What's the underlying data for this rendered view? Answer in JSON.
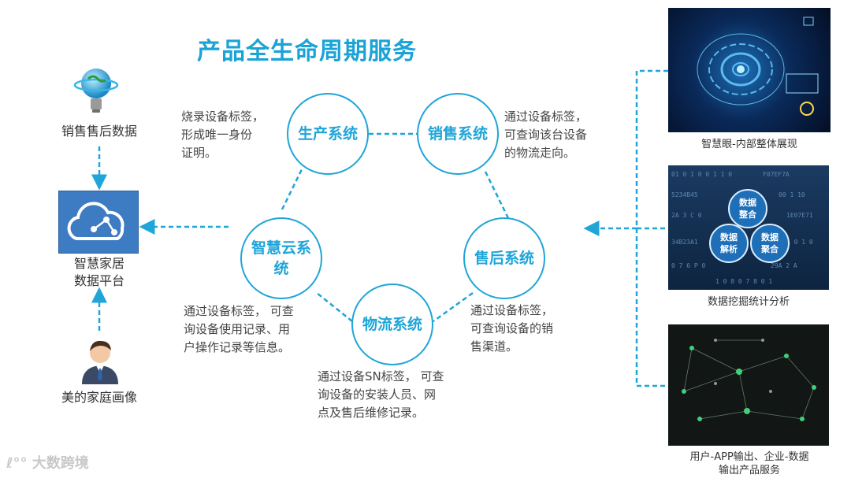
{
  "title": "产品全生命周期服务",
  "nodes": [
    {
      "id": "production",
      "label": "生产系统"
    },
    {
      "id": "sales",
      "label": "销售系统"
    },
    {
      "id": "aftersales",
      "label": "售后系统"
    },
    {
      "id": "logistics",
      "label": "物流系统"
    },
    {
      "id": "cloud",
      "label": "智慧云系统"
    }
  ],
  "descriptions": {
    "production": [
      "烧录设备标签，",
      "形成唯一身份",
      "证明。"
    ],
    "sales": [
      "通过设备标签，",
      "可查询该台设备",
      "的物流走向。"
    ],
    "aftersales": [
      "通过设备标签，",
      "可查询设备的销",
      "售渠道。"
    ],
    "logistics": [
      "通过设备SN标签， 可查",
      "询设备的安装人员、网",
      "点及售后维修记录。"
    ],
    "cloud": [
      "通过设备标签， 可查",
      "询设备使用记录、用",
      "户操作记录等信息。"
    ]
  },
  "left": {
    "sales_data": "销售售后数据",
    "platform": [
      "智慧家居",
      "数据平台"
    ],
    "user_profile": "美的家庭画像"
  },
  "right": {
    "panel1_caption": "智慧眼-内部整体展现",
    "panel2_caption": "数据挖掘统计分析",
    "panel2_circles": [
      "数据整合",
      "数据解析",
      "数据聚合"
    ],
    "panel3_caption": [
      "用户-APP输出、企业-数据",
      "输出产品服务"
    ]
  },
  "watermark": "大数跨境",
  "colors": {
    "accent": "#1fa5d8",
    "text": "#444444"
  }
}
